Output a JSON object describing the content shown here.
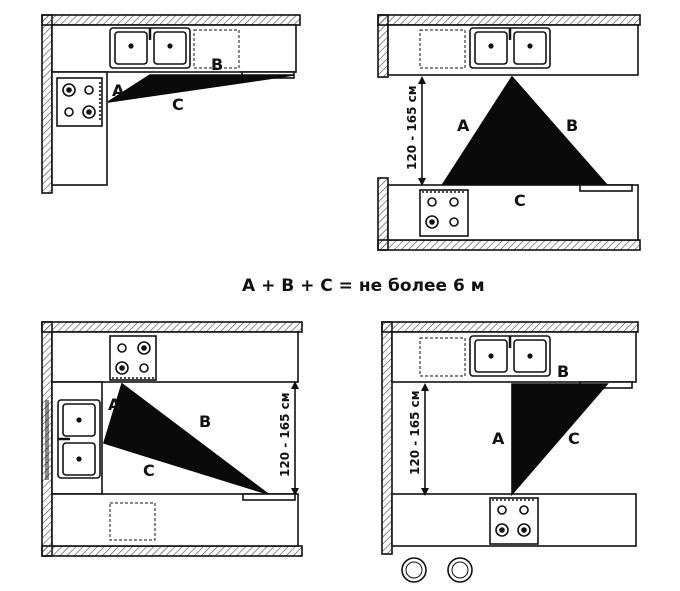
{
  "formula": "A + B + C = не более 6 м",
  "dimension_label": "120 - 165 см",
  "labels": {
    "a": "A",
    "b": "B",
    "c": "C"
  },
  "colors": {
    "line": "#111111",
    "triangle": "#0a0a0a",
    "hatch": "#555555"
  },
  "layouts": [
    {
      "name": "L-shaped kitchen"
    },
    {
      "name": "Parallel kitchen"
    },
    {
      "name": "U-shaped kitchen"
    },
    {
      "name": "Kitchen with island"
    }
  ]
}
